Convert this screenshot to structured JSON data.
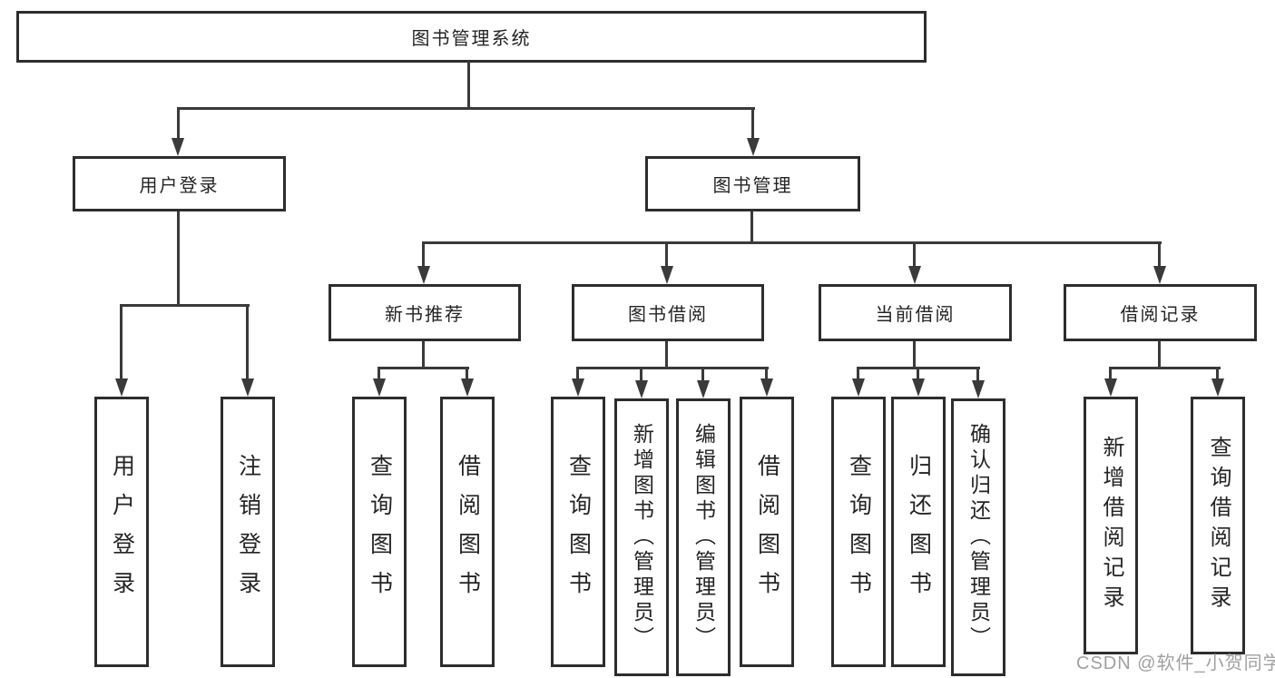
{
  "diagram": {
    "root": {
      "label": "图书管理系统"
    },
    "level2": [
      {
        "label": "用户登录"
      },
      {
        "label": "图书管理"
      }
    ],
    "level3": [
      {
        "label": "新书推荐",
        "parent": "图书管理"
      },
      {
        "label": "图书借阅",
        "parent": "图书管理"
      },
      {
        "label": "当前借阅",
        "parent": "图书管理"
      },
      {
        "label": "借阅记录",
        "parent": "图书管理"
      }
    ],
    "leaves": [
      {
        "label": "用户登录",
        "parent": "用户登录"
      },
      {
        "label": "注销登录",
        "parent": "用户登录"
      },
      {
        "label": "查询图书",
        "parent": "新书推荐"
      },
      {
        "label": "借阅图书",
        "parent": "新书推荐"
      },
      {
        "label": "查询图书",
        "parent": "图书借阅"
      },
      {
        "label": "新增图书（管理员）",
        "parent": "图书借阅"
      },
      {
        "label": "编辑图书（管理员）",
        "parent": "图书借阅"
      },
      {
        "label": "借阅图书",
        "parent": "图书借阅"
      },
      {
        "label": "查询图书",
        "parent": "当前借阅"
      },
      {
        "label": "归还图书",
        "parent": "当前借阅"
      },
      {
        "label": "确认归还（管理员）",
        "parent": "当前借阅"
      },
      {
        "label": "新增借阅记录",
        "parent": "借阅记录"
      },
      {
        "label": "查询借阅记录",
        "parent": "借阅记录"
      }
    ]
  },
  "watermark": {
    "text": "CSDN @软件_小贺同学"
  },
  "colors": {
    "line": "#3a3a3a",
    "box_border": "#2d2d2d",
    "text": "#242424",
    "watermark_text": "#a0a0a0",
    "background": "#ffffff"
  }
}
